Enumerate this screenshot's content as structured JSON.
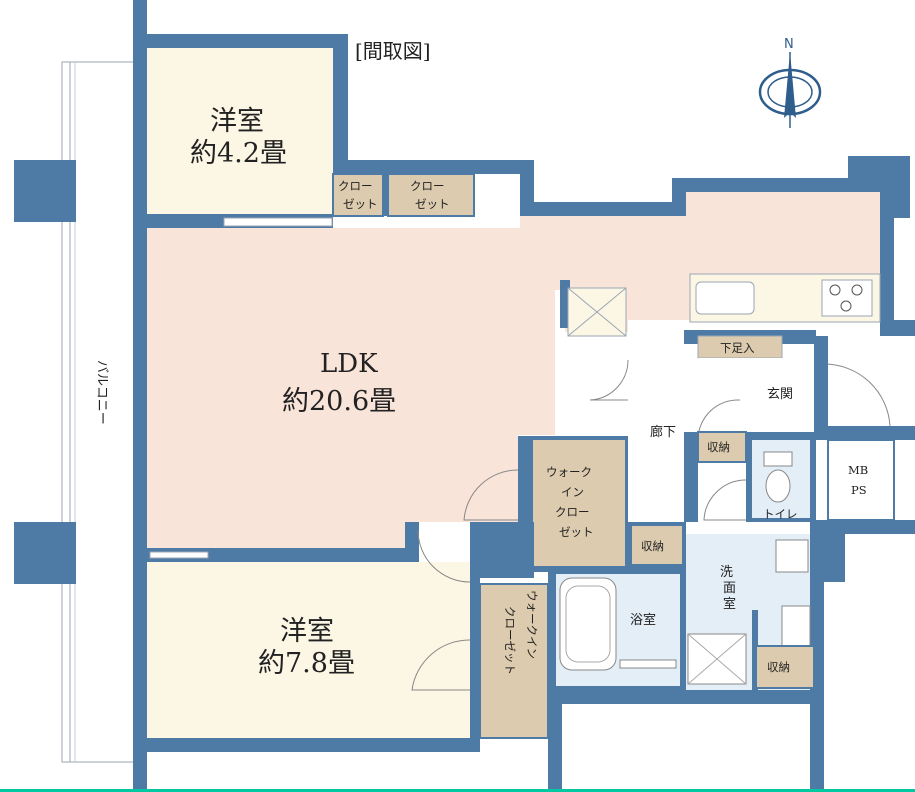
{
  "title": "[間取図]",
  "compass": {
    "north_label": "N"
  },
  "colors": {
    "wall": "#4e7aa6",
    "western_room": "#fcf6e5",
    "ldk": "#f9e4da",
    "storage": "#dccbae",
    "wet_area": "#e3eef7"
  },
  "rooms": {
    "western_small": {
      "name": "洋室",
      "size": "約4.2畳"
    },
    "ldk": {
      "name": "LDK",
      "size": "約20.6畳"
    },
    "western_large": {
      "name": "洋室",
      "size": "約7.8畳"
    }
  },
  "labels": {
    "closet_1": [
      "クロー",
      "ゼット"
    ],
    "closet_2": [
      "クロー",
      "ゼット"
    ],
    "wic_1": [
      "ウォーク",
      "イン",
      "クロー",
      "ゼット"
    ],
    "wic_2": [
      "ウォークイン",
      "クローゼット"
    ],
    "balcony": "バルコニー",
    "shoe_storage": "下足入",
    "entrance": "玄関",
    "hallway": "廊下",
    "storage_small": "収納",
    "storage_hall": "収納",
    "storage_wash": "収納",
    "toilet": "トイレ",
    "mbps": [
      "MB",
      "PS"
    ],
    "washroom": [
      "洗",
      "面",
      "室"
    ],
    "bathroom": "浴室"
  }
}
